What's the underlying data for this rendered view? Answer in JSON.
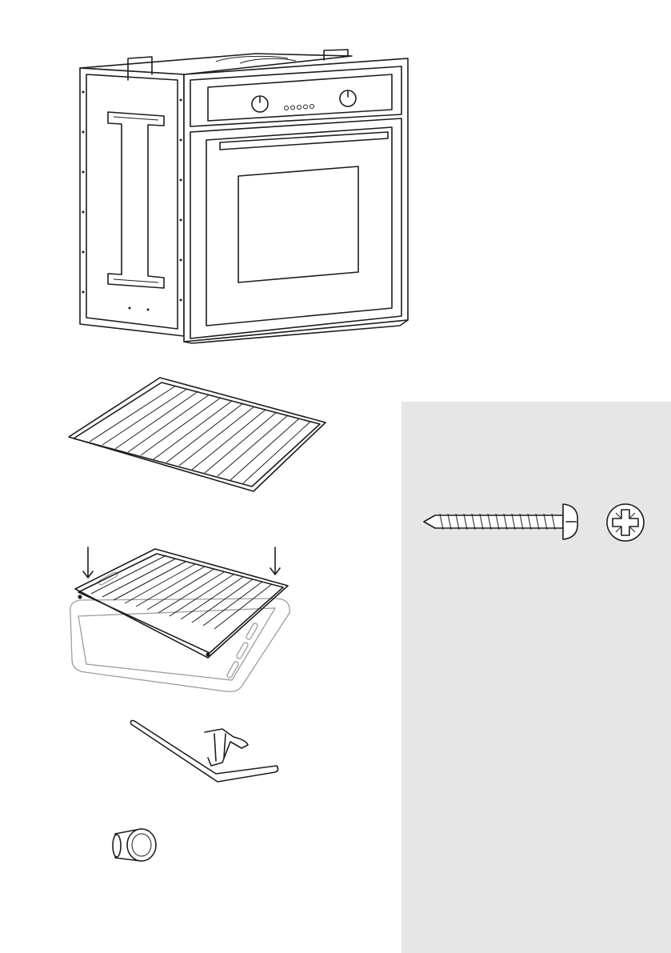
{
  "page": {
    "background": "#ffffff",
    "panel_color": "#e6e6e7",
    "line_color": "#1d1d1b"
  },
  "illustrations": [
    {
      "id": "built-in-oven",
      "icon": "oven-icon"
    },
    {
      "id": "wire-shelf",
      "icon": "wire-shelf-icon"
    },
    {
      "id": "shelf-on-tray",
      "icon": "tray-with-rack-icon"
    },
    {
      "id": "rack-support",
      "icon": "wire-support-icon"
    },
    {
      "id": "plastic-spacer",
      "icon": "spacer-icon"
    },
    {
      "id": "mounting-screw",
      "icon": "screw-icon"
    },
    {
      "id": "screw-head",
      "icon": "phillips-head-icon"
    }
  ]
}
